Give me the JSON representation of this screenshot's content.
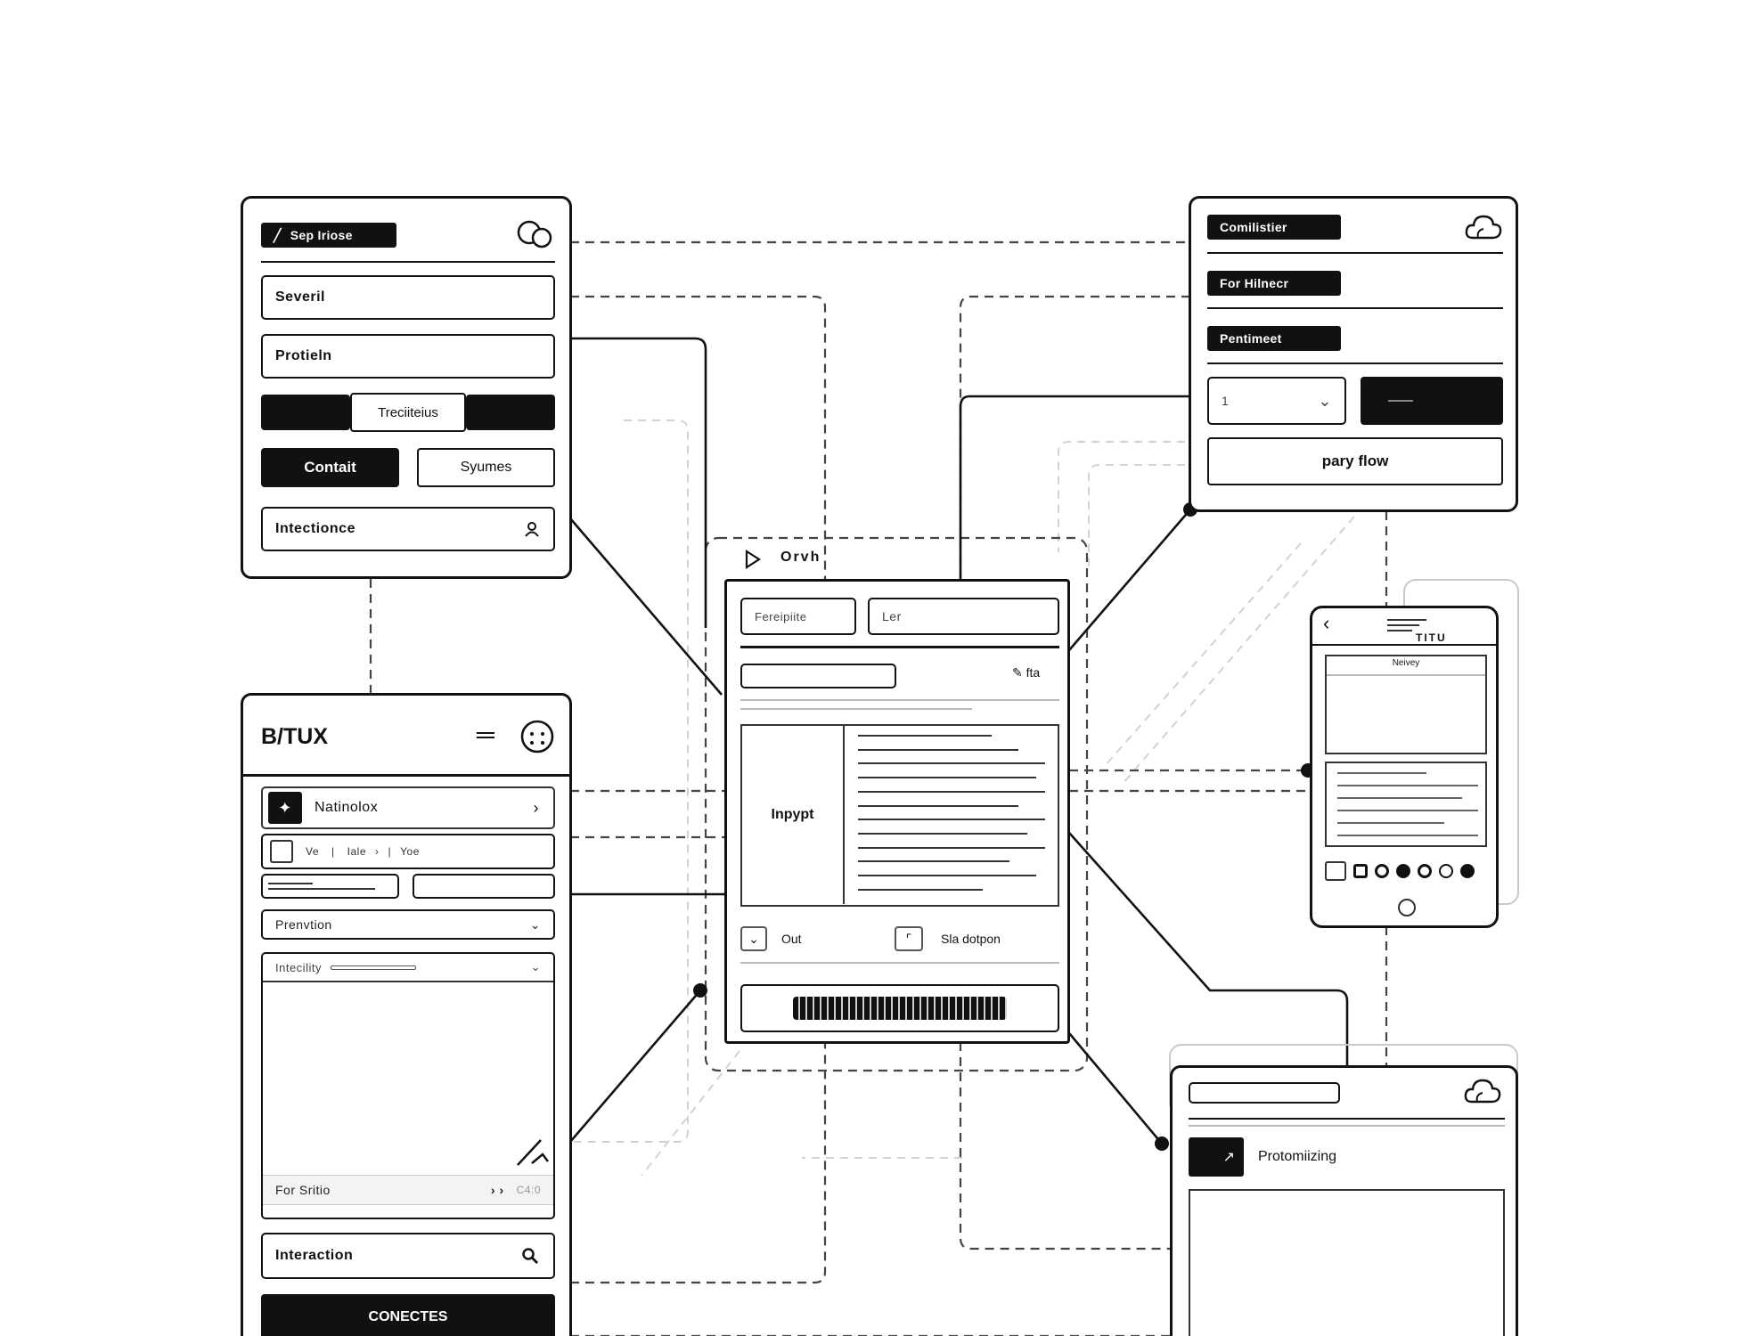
{
  "panel_top_left": {
    "badge": "Sep Iriose",
    "field_1": "Severil",
    "field_2": "Protieln",
    "segment_center": "Treciiteius",
    "button_primary": "Contait",
    "button_secondary": "Syumes",
    "search_field": "Intectionce"
  },
  "panel_left_main": {
    "brand": "B/TUX",
    "nav_item": "Natinolox",
    "breadcrumb": [
      "Ve",
      "Iale",
      "Yoe"
    ],
    "select_1": "Prenvtion",
    "select_2": "Intecility",
    "footer_row_label": "For Sritio",
    "footer_row_meta": "C4:0",
    "search_field": "Interaction",
    "cta": "CONECTES"
  },
  "panel_center": {
    "toolbar_label": "Orvh",
    "input_1": "Fereipiite",
    "input_2": "Ler",
    "edit_label": "fta",
    "image_label": "Inpypt",
    "option_1": "Out",
    "option_2": "Sla dotpon"
  },
  "panel_top_right": {
    "pill_1": "Comilistier",
    "pill_2": "For Hilnecr",
    "pill_3": "Pentimeet",
    "select_value": "1",
    "button_full": "pary flow"
  },
  "panel_phone": {
    "title": "TITU",
    "card_label": "Neivey"
  },
  "panel_bottom_right": {
    "item_label": "Protomiizing"
  }
}
